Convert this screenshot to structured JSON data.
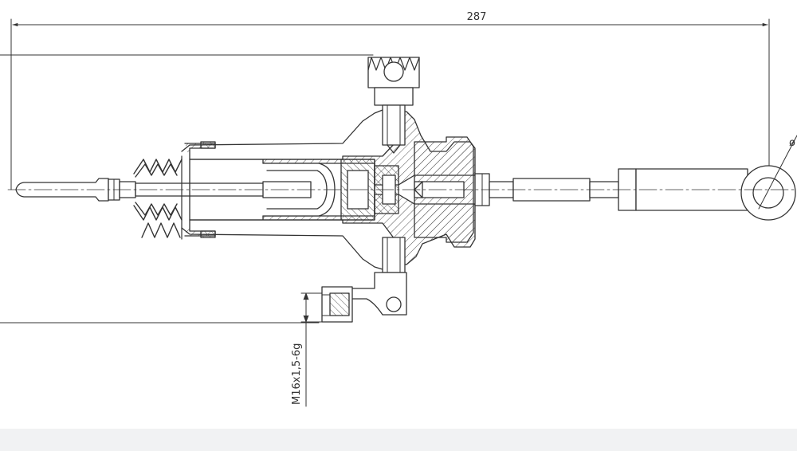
{
  "drawing": {
    "overall_length_label": "287",
    "thread_spec_label": "M16x1,5-6g",
    "diameter_mark_label": "ø"
  },
  "colors": {
    "line": "#333333",
    "hatch": "#555555",
    "background": "#ffffff",
    "footer": "#f1f2f3"
  }
}
